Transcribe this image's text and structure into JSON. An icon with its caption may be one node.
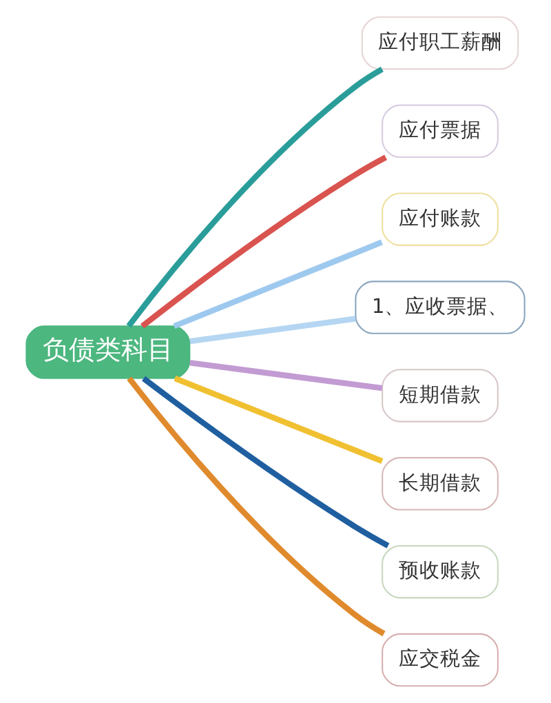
{
  "diagram": {
    "nodes": [
      {
        "text": [
          "负债类科目"
        ]
      },
      {
        "text": [
          "应付职工薪酬"
        ]
      },
      {
        "text": [
          "应付票据"
        ]
      },
      {
        "text": [
          "应付账款"
        ]
      },
      {
        "text": [
          "1、应收票据、"
        ]
      },
      {
        "text": [
          "短期借款"
        ]
      },
      {
        "text": [
          "长期借款"
        ]
      },
      {
        "text": [
          "预收账款"
        ]
      },
      {
        "text": [
          "应交税金"
        ]
      }
    ],
    "edges": [
      {
        "from": 0,
        "to": 1,
        "arrow": "none",
        "color": "#2a9d9a"
      },
      {
        "from": 0,
        "to": 2,
        "arrow": "none",
        "color": "#d9534f"
      },
      {
        "from": 0,
        "to": 3,
        "arrow": "none",
        "color": "#9ec9ef"
      },
      {
        "from": 0,
        "to": 4,
        "arrow": "none",
        "color": "#b5d6f2"
      },
      {
        "from": 0,
        "to": 5,
        "arrow": "none",
        "color": "#c39bd3"
      },
      {
        "from": 0,
        "to": 6,
        "arrow": "none",
        "color": "#f0c030"
      },
      {
        "from": 0,
        "to": 7,
        "arrow": "none",
        "color": "#1f5fa0"
      },
      {
        "from": 0,
        "to": 8,
        "arrow": "none",
        "color": "#e08a2e"
      }
    ]
  }
}
